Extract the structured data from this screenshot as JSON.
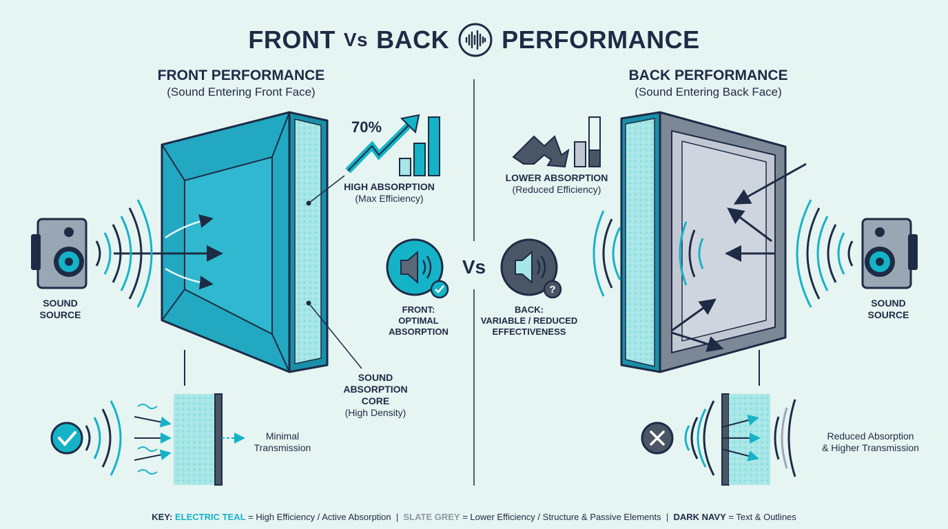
{
  "title": {
    "part1": "FRONT",
    "vs": "Vs",
    "part2": "BACK",
    "part3": "PERFORMANCE",
    "icon": "sound-wave-icon"
  },
  "front": {
    "heading": "FRONT PERFORMANCE",
    "subheading": "(Sound Entering Front Face)",
    "stat": "70%",
    "absorption_label": "HIGH ABSORPTION",
    "absorption_sub": "(Max Efficiency)",
    "source_label_1": "SOUND",
    "source_label_2": "SOURCE",
    "core_label_1": "SOUND",
    "core_label_2": "ABSORPTION",
    "core_label_3": "CORE",
    "core_sub": "(High Density)",
    "transmission_1": "Minimal",
    "transmission_2": "Transmission",
    "badge_1": "FRONT:",
    "badge_2": "OPTIMAL",
    "badge_3": "ABSORPTION"
  },
  "back": {
    "heading": "BACK PERFORMANCE",
    "subheading": "(Sound Entering Back Face)",
    "absorption_label": "LOWER ABSORPTION",
    "absorption_sub": "(Reduced Efficiency)",
    "source_label_1": "SOUND",
    "source_label_2": "SOURCE",
    "transmission_1": "Reduced Absorption",
    "transmission_2": "& Higher Transmission",
    "badge_1": "BACK:",
    "badge_2": "VARIABLE / REDUCED",
    "badge_3": "EFFECTIVENESS"
  },
  "center_vs": "Vs",
  "key": {
    "prefix": "KEY:",
    "teal_name": "ELECTRIC TEAL",
    "teal_desc": " = High Efficiency / Active Absorption  |  ",
    "slate_name": "SLATE GREY",
    "slate_desc": " = Lower Efficiency / Structure & Passive Elements  |  ",
    "navy_name": "DARK NAVY",
    "navy_desc": " = Text & Outlines"
  },
  "colors": {
    "teal": "#14b3c7",
    "slate": "#8f9aa6",
    "navy": "#1d2b45",
    "background": "#e6f4f2"
  }
}
